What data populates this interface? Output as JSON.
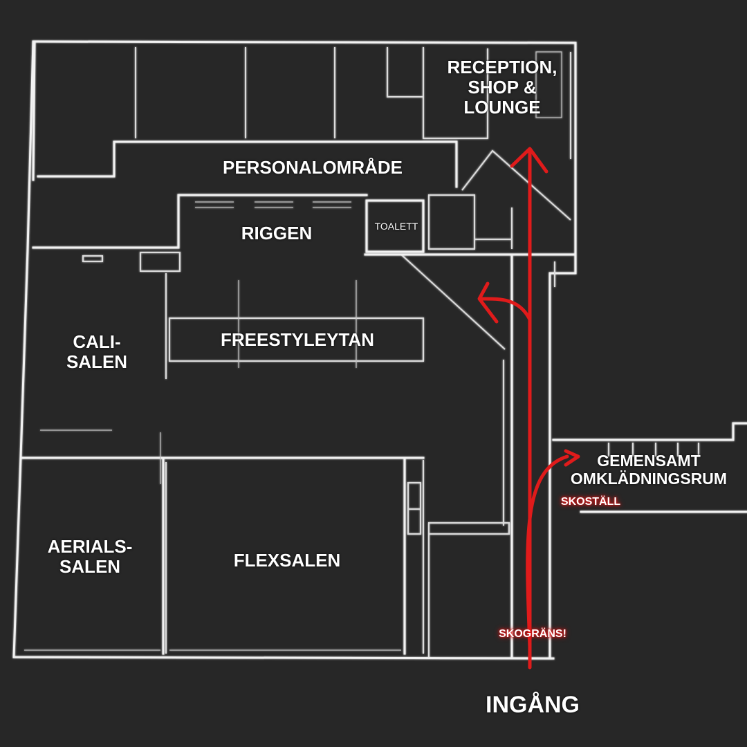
{
  "rooms": {
    "reception": "RECEPTION,\nSHOP &\nLOUNGE",
    "personal": "PERSONALOMRÅDE",
    "riggen": "RIGGEN",
    "toalett": "TOALETT",
    "cali": "CALI-\nSALEN",
    "freestyle": "FREESTYLEYTAN",
    "gemensamt": "GEMENSAMT\nOMKLÄDNINGSRUM",
    "aerials": "AERIALS-\nSALEN",
    "flex": "FLEXSALEN"
  },
  "notes": {
    "skostall": "SKOSTÄLL",
    "skograns": "SKOGRÄNS!"
  },
  "entrance": "INGÅNG",
  "colors": {
    "background": "#272727",
    "walls": "#f2f2f2",
    "route_arrows": "#e01b1b"
  }
}
